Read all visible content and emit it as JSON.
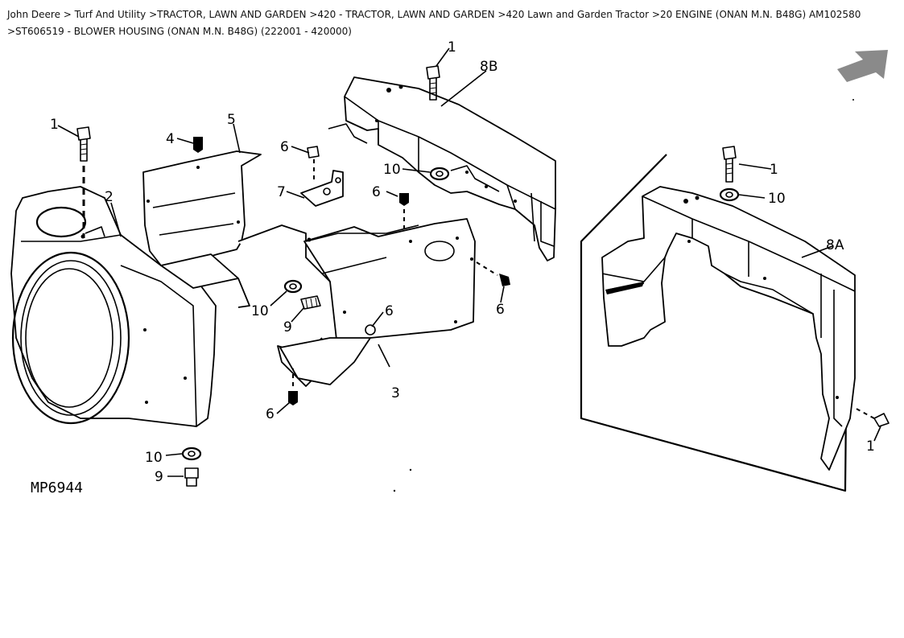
{
  "breadcrumb": {
    "text": "John Deere > Turf And Utility >TRACTOR, LAWN AND GARDEN >420 - TRACTOR, LAWN AND GARDEN >420 Lawn and Garden Tractor >20 ENGINE (ONAN M.N. B48G) AM102580 >ST606519 - BLOWER HOUSING (ONAN M.N. B48G) (222001 - 420000)"
  },
  "diagram": {
    "figure_id": "MP6944",
    "callouts": {
      "c1a": "1",
      "c1b": "1",
      "c1c": "1",
      "c1d": "1",
      "c2": "2",
      "c3": "3",
      "c4": "4",
      "c5": "5",
      "c6a": "6",
      "c6b": "6",
      "c6c": "6",
      "c6d": "6",
      "c6e": "6",
      "c7": "7",
      "c8a": "8A",
      "c8b": "8B",
      "c9a": "9",
      "c9b": "9",
      "c10a": "10",
      "c10b": "10",
      "c10c": "10",
      "c10d": "10"
    },
    "arrow_color": "#8a8a8a"
  }
}
